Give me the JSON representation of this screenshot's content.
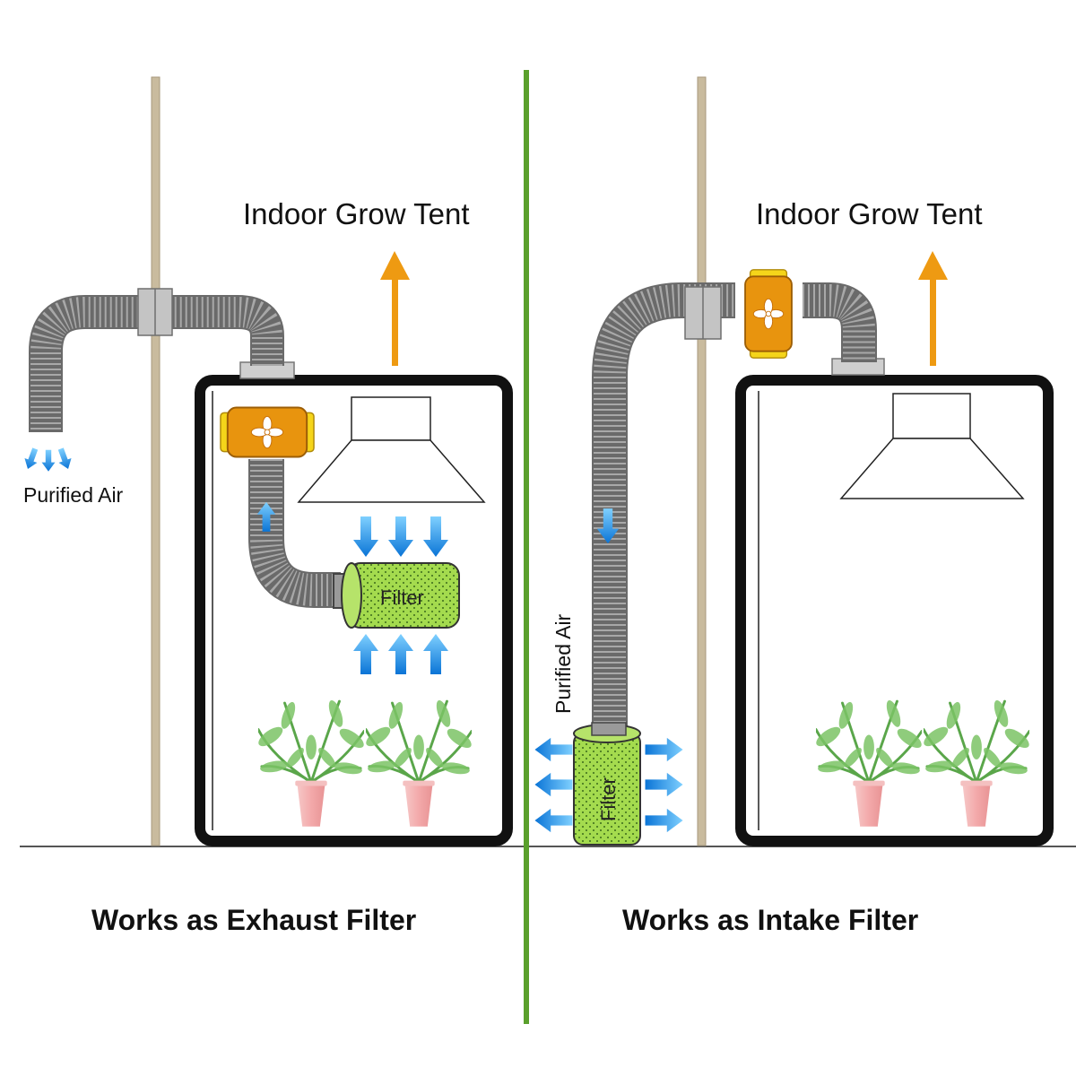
{
  "left_panel": {
    "title": "Indoor Grow Tent",
    "outlet_label": "Purified Air",
    "filter_label": "Filter",
    "caption": "Works as Exhaust Filter"
  },
  "right_panel": {
    "title": "Indoor Grow Tent",
    "outlet_label": "Purified Air",
    "filter_label": "Filter",
    "caption": "Works as Intake Filter"
  },
  "colors": {
    "wall": "#c9bb9e",
    "divider": "#5aa02c",
    "tent_frame": "#111111",
    "duct": "#9a9a9a",
    "fan_body": "#e8940e",
    "fan_collar": "#f5d51a",
    "filter": "#9ed64a",
    "airflow_arrow": "#1c8fe8",
    "heat_arrow": "#ee9a12",
    "pot": "#f2b4b4",
    "leaves": "#6cb95a"
  },
  "icons": [
    "fan-icon",
    "airflow-arrow-icon",
    "heat-arrow-icon",
    "plant-icon",
    "grow-light-icon"
  ]
}
